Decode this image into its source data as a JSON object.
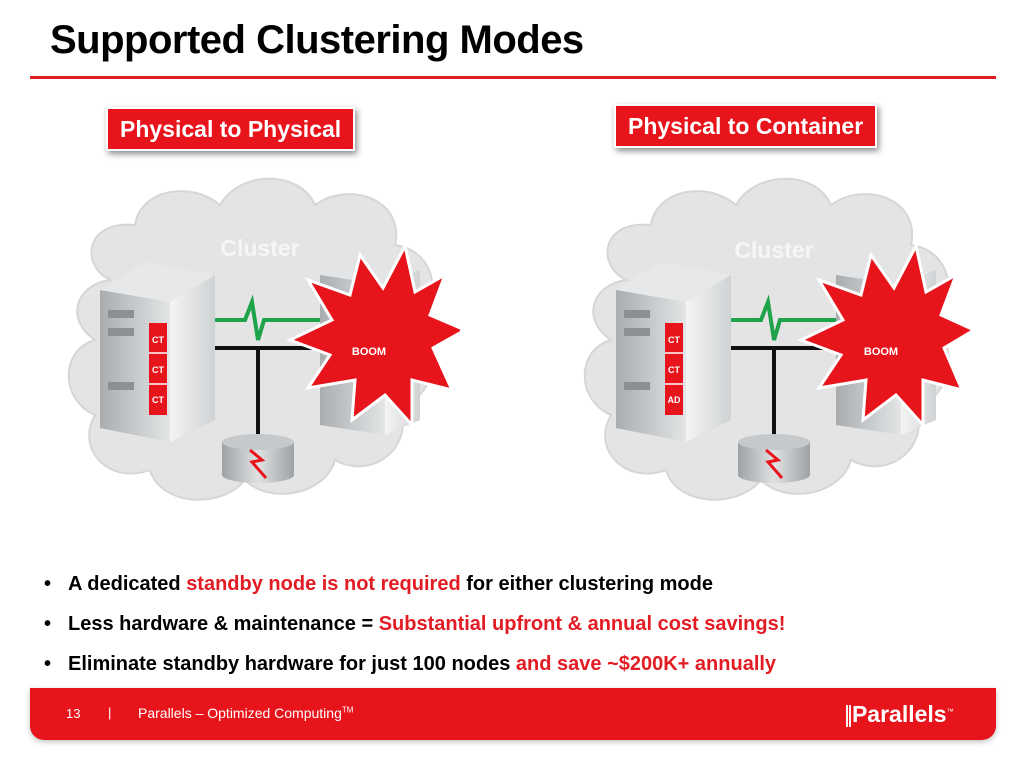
{
  "slide": {
    "title": "Supported Clustering Modes"
  },
  "modes": [
    {
      "label": "Physical to Physical",
      "cluster_label": "Cluster",
      "slots": [
        "CT",
        "CT",
        "CT"
      ],
      "failure_label": "BOOM"
    },
    {
      "label": "Physical to Container",
      "cluster_label": "Cluster",
      "slots": [
        "CT",
        "CT",
        "AD"
      ],
      "failure_label": "BOOM"
    }
  ],
  "bullets": [
    {
      "pre": "A dedicated ",
      "highlight": "standby node is not required",
      "post": " for either clustering mode"
    },
    {
      "pre": "Less hardware & maintenance = ",
      "highlight": "Substantial upfront & annual cost savings!",
      "post": ""
    },
    {
      "pre": "Eliminate standby hardware for just 100 nodes ",
      "highlight": "and save ~$200K+ annually",
      "post": ""
    }
  ],
  "footer": {
    "page_number": "13",
    "separator": "|",
    "company": "Parallels – Optimized Computing",
    "trademark": "TM",
    "logo_text": "Parallels",
    "logo_bars": "||",
    "logo_mark": "™"
  },
  "colors": {
    "accent": "#e31b23",
    "cloud": "#e6e6e6",
    "heartbeat": "#1fa34a",
    "server": "#c9ccce"
  },
  "icons": [
    "server-icon",
    "storage-disk-icon",
    "explosion-icon",
    "heartbeat-line",
    "cloud-icon"
  ]
}
